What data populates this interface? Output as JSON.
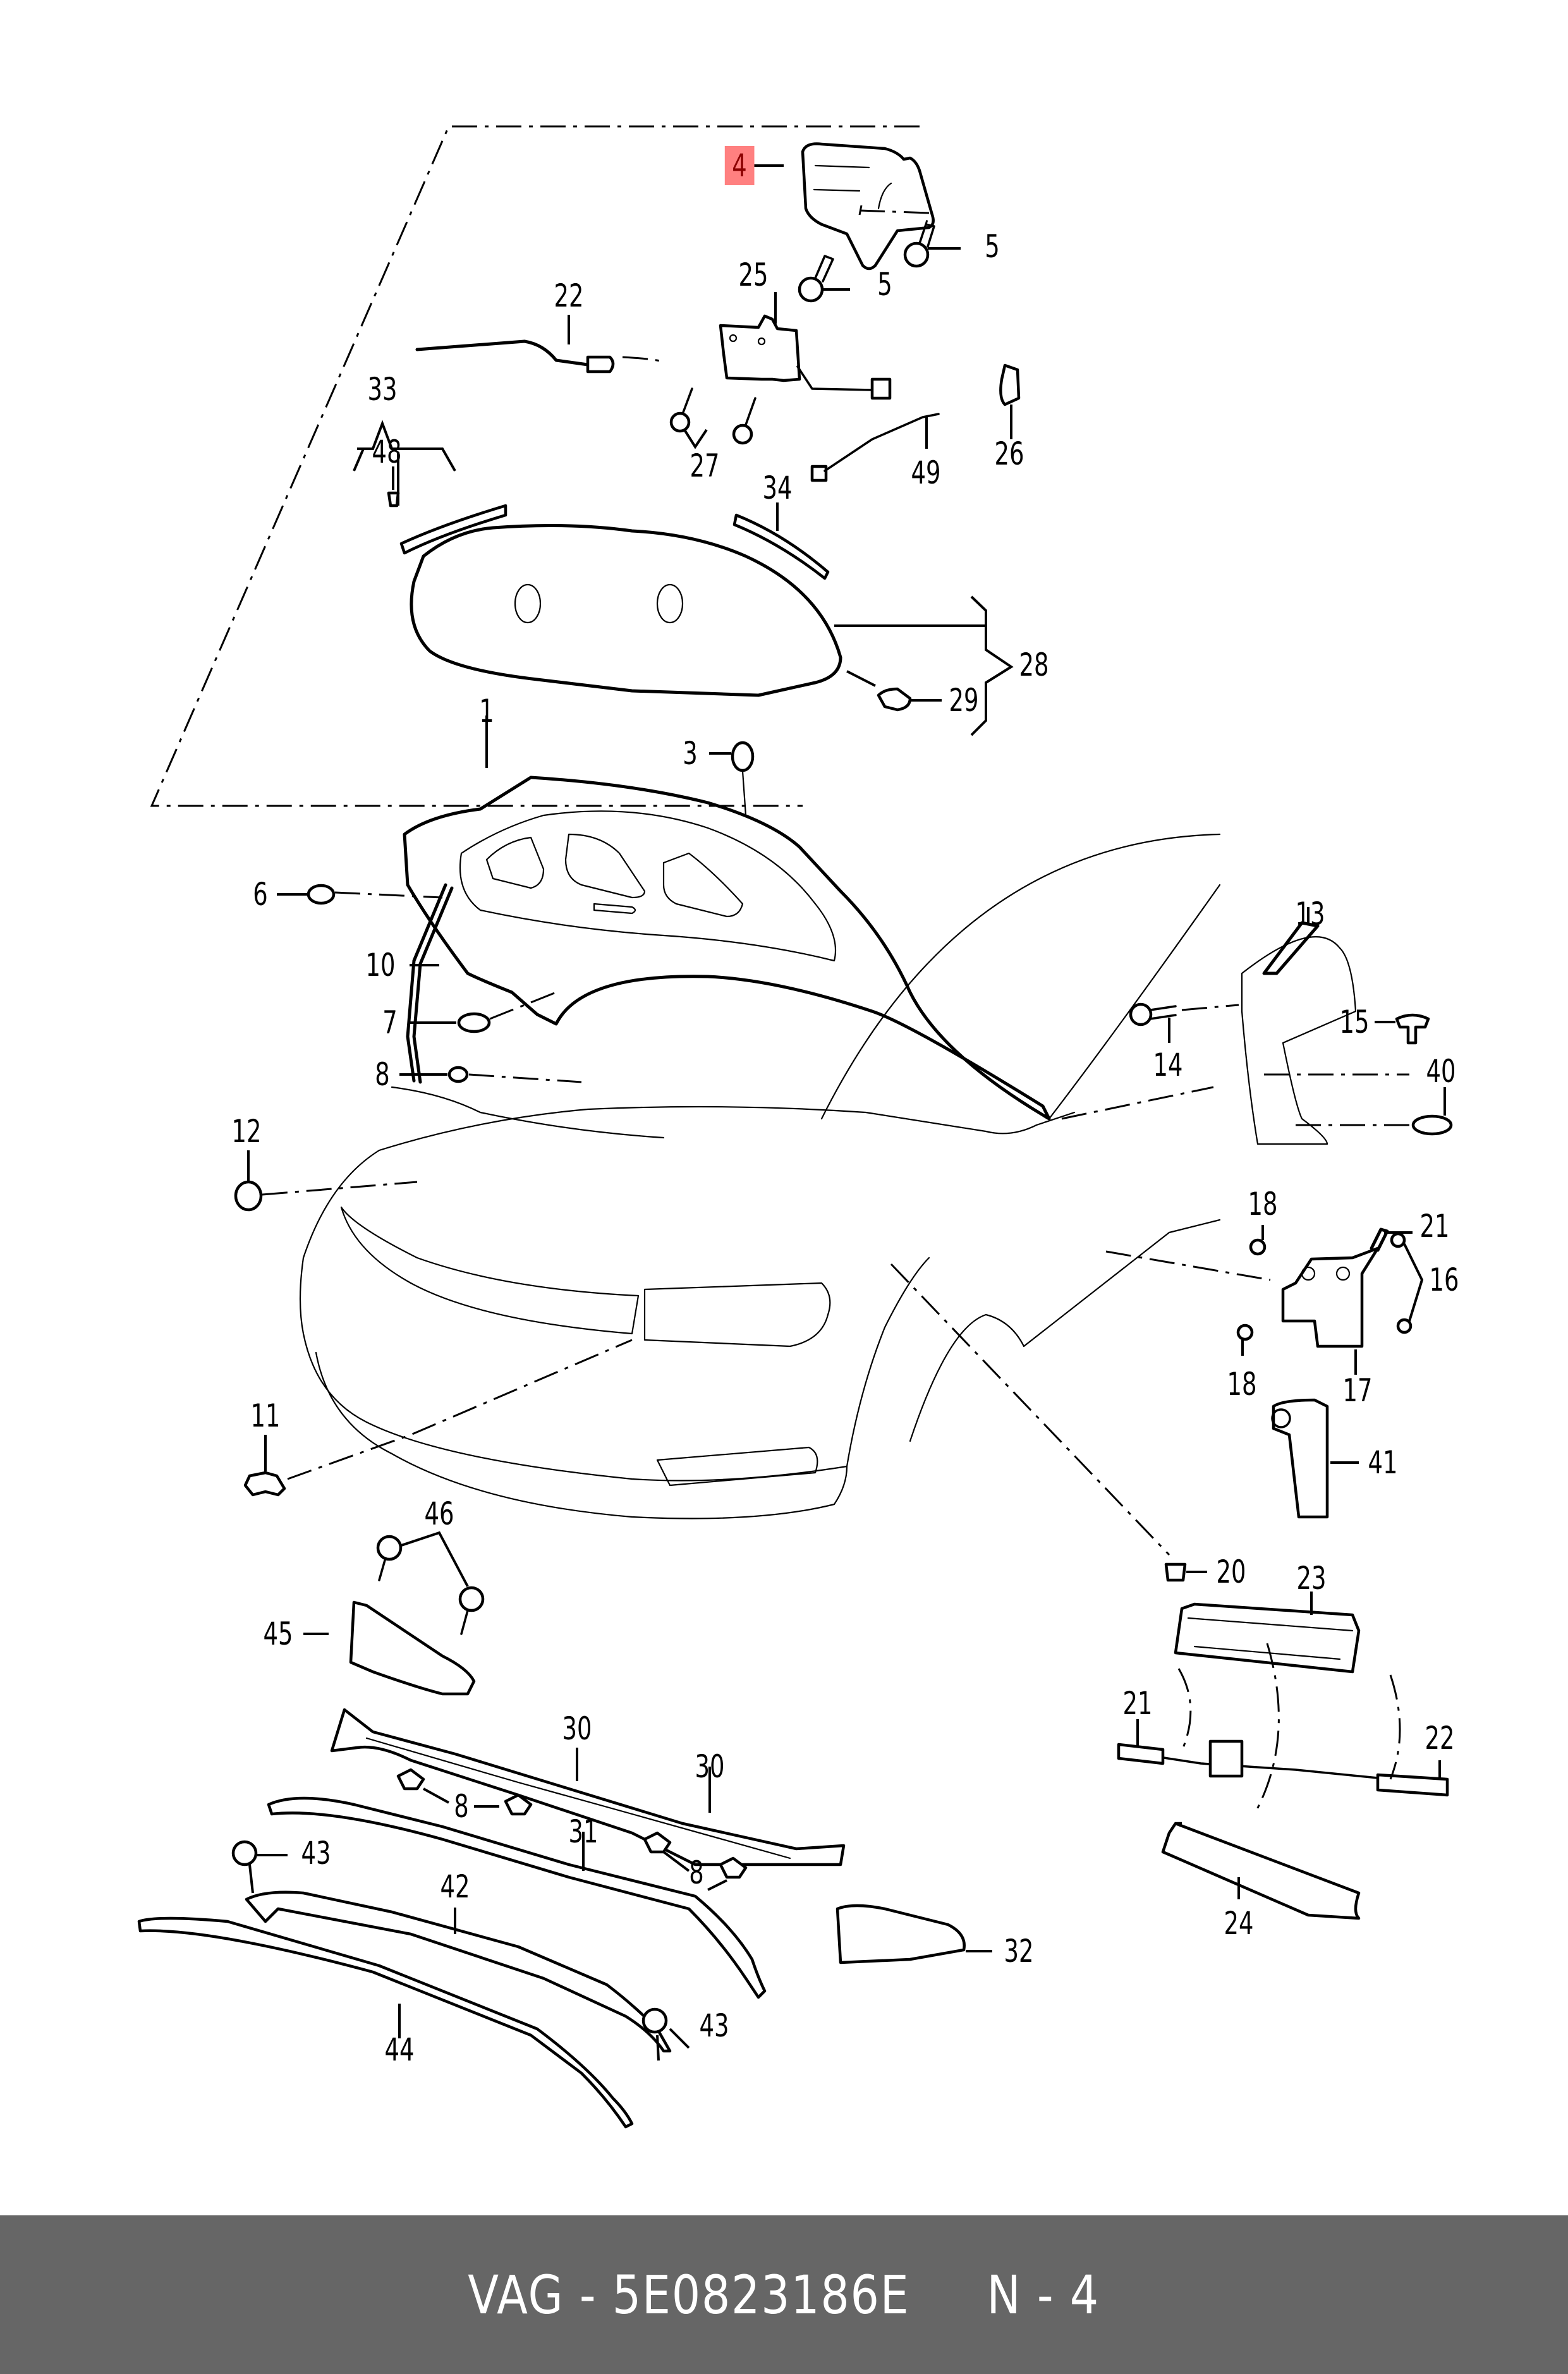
{
  "diagram": {
    "title": "Bonnet / hood lock, hinge and seals exploded view",
    "highlighted_part": "4",
    "callouts": [
      {
        "id": "c4",
        "text": "4",
        "highlight": true
      },
      {
        "id": "c5a",
        "text": "5"
      },
      {
        "id": "c5b",
        "text": "5"
      },
      {
        "id": "c25",
        "text": "25"
      },
      {
        "id": "c22a",
        "text": "22"
      },
      {
        "id": "c33",
        "text": "33"
      },
      {
        "id": "c48",
        "text": "48"
      },
      {
        "id": "c27",
        "text": "27"
      },
      {
        "id": "c49",
        "text": "49"
      },
      {
        "id": "c26",
        "text": "26"
      },
      {
        "id": "c34",
        "text": "34"
      },
      {
        "id": "c28",
        "text": "28"
      },
      {
        "id": "c29",
        "text": "29"
      },
      {
        "id": "c1",
        "text": "1"
      },
      {
        "id": "c3",
        "text": "3"
      },
      {
        "id": "c6",
        "text": "6"
      },
      {
        "id": "c10",
        "text": "10"
      },
      {
        "id": "c7",
        "text": "7"
      },
      {
        "id": "c8a",
        "text": "8"
      },
      {
        "id": "c12",
        "text": "12"
      },
      {
        "id": "c11",
        "text": "11"
      },
      {
        "id": "c13",
        "text": "13"
      },
      {
        "id": "c14",
        "text": "14"
      },
      {
        "id": "c15",
        "text": "15"
      },
      {
        "id": "c40",
        "text": "40"
      },
      {
        "id": "c18a",
        "text": "18"
      },
      {
        "id": "c21a",
        "text": "21"
      },
      {
        "id": "c16",
        "text": "16"
      },
      {
        "id": "c18b",
        "text": "18"
      },
      {
        "id": "c17",
        "text": "17"
      },
      {
        "id": "c41",
        "text": "41"
      },
      {
        "id": "c20",
        "text": "20"
      },
      {
        "id": "c46",
        "text": "46"
      },
      {
        "id": "c45",
        "text": "45"
      },
      {
        "id": "c23",
        "text": "23"
      },
      {
        "id": "c21b",
        "text": "21"
      },
      {
        "id": "c22b",
        "text": "22"
      },
      {
        "id": "c24",
        "text": "24"
      },
      {
        "id": "c30a",
        "text": "30"
      },
      {
        "id": "c30b",
        "text": "30"
      },
      {
        "id": "c8b",
        "text": "8"
      },
      {
        "id": "c31",
        "text": "31"
      },
      {
        "id": "c8c",
        "text": "8"
      },
      {
        "id": "c43a",
        "text": "43"
      },
      {
        "id": "c42",
        "text": "42"
      },
      {
        "id": "c32",
        "text": "32"
      },
      {
        "id": "c43b",
        "text": "43"
      },
      {
        "id": "c44",
        "text": "44"
      }
    ]
  },
  "footer": {
    "brand": "VAG",
    "part_number": "5E0823186E",
    "position": "N - 4",
    "text": "VAG - 5E0823186E     N - 4"
  },
  "colors": {
    "highlight_bg": "#ff8080",
    "highlight_text": "#8b0000",
    "footer_bg": "#666666",
    "footer_text": "#ffffff"
  }
}
